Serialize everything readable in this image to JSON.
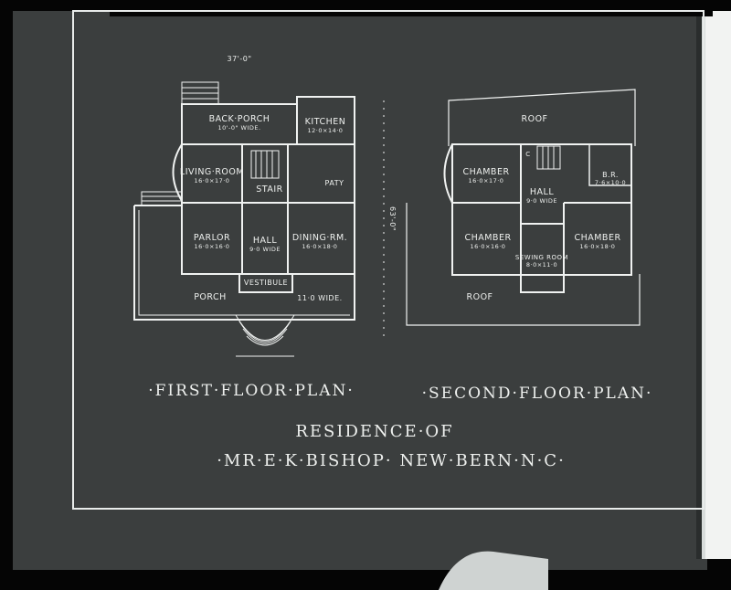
{
  "first_floor": {
    "dimension_width": "37'-0\"",
    "dimension_depth": "63'-0\"",
    "back_porch": {
      "name": "BACK·PORCH",
      "size": "10'-0\" WIDE."
    },
    "kitchen": {
      "name": "KITCHEN",
      "size": "12·0×14·0"
    },
    "living_room": {
      "name": "LIVING·ROOM",
      "size": "16·0×17·0"
    },
    "stair": {
      "name": "STAIR"
    },
    "pantry": {
      "name": "PATY"
    },
    "parlor": {
      "name": "PARLOR",
      "size": "16·0×16·0"
    },
    "hall": {
      "name": "HALL",
      "size": "9·0 WIDE"
    },
    "dining_room": {
      "name": "DINING·RM.",
      "size": "16·0×18·0"
    },
    "vestibule": {
      "name": "VESTIBULE"
    },
    "porch": {
      "name": "PORCH",
      "size": "11·0 WIDE."
    },
    "plan_label": "·FIRST·FLOOR·PLAN·"
  },
  "second_floor": {
    "roof_top": "ROOF",
    "roof_bottom": "ROOF",
    "chamber_nw": {
      "name": "CHAMBER",
      "size": "16·0×17·0"
    },
    "hall": {
      "name": "HALL",
      "size": "9·0 WIDE"
    },
    "bath": {
      "name": "B.R.",
      "size": "7·6×10·0"
    },
    "chamber_sw": {
      "name": "CHAMBER",
      "size": "16·0×16·0"
    },
    "sewing_room": {
      "name": "SEWING ROOM",
      "size": "8·0×11·0"
    },
    "chamber_se": {
      "name": "CHAMBER",
      "size": "16·0×18·0"
    },
    "closet_mark": "C",
    "plan_label": "·SECOND·FLOOR·PLAN·"
  },
  "title_line1": "RESIDENCE·OF",
  "title_line2": "·MR·E·K·BISHOP·  NEW·BERN·N·C·"
}
